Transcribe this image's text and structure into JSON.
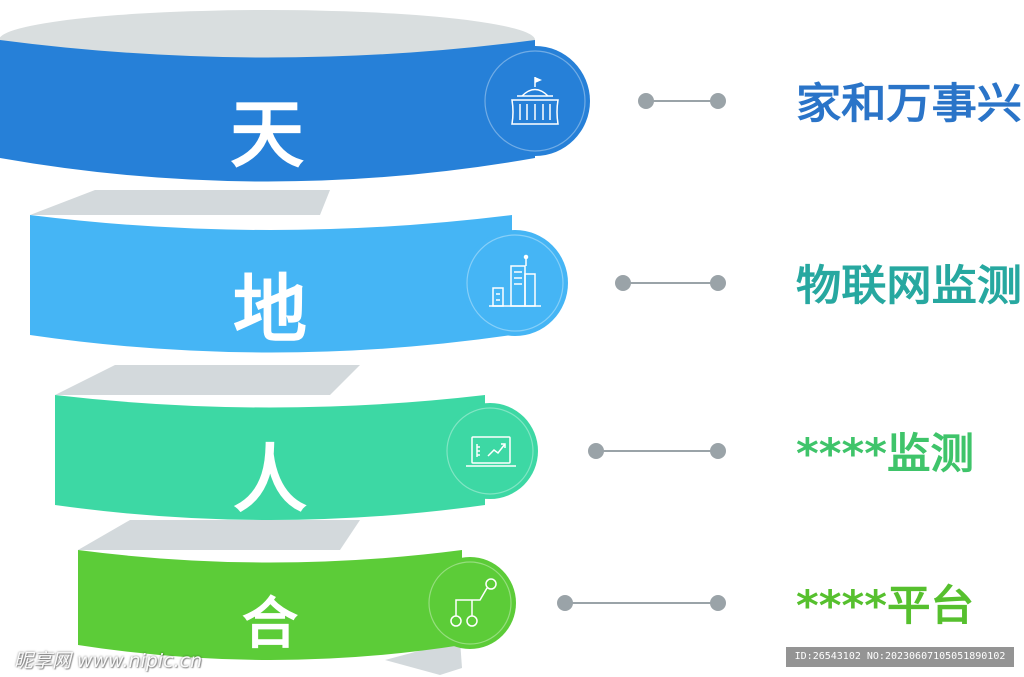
{
  "levels": [
    {
      "char": "天",
      "label": "家和万事兴",
      "icon": "government-building-icon",
      "color": "#2680d8",
      "label_color": "#2a74c8"
    },
    {
      "char": "地",
      "label": "物联网监测",
      "icon": "office-buildings-icon",
      "color": "#45b5f5",
      "label_color": "#27a8a0"
    },
    {
      "char": "人",
      "label": "****监测",
      "icon": "laptop-chart-icon",
      "color": "#3dd8a4",
      "label_color": "#3fc46a"
    },
    {
      "char": "合",
      "label": "****平台",
      "icon": "flow-nodes-icon",
      "color": "#5ccc38",
      "label_color": "#56c02e"
    }
  ],
  "watermark": {
    "site": "昵享网 www.nipic.cn",
    "id_text": "ID:26543102 NO:20230607105051890102"
  }
}
